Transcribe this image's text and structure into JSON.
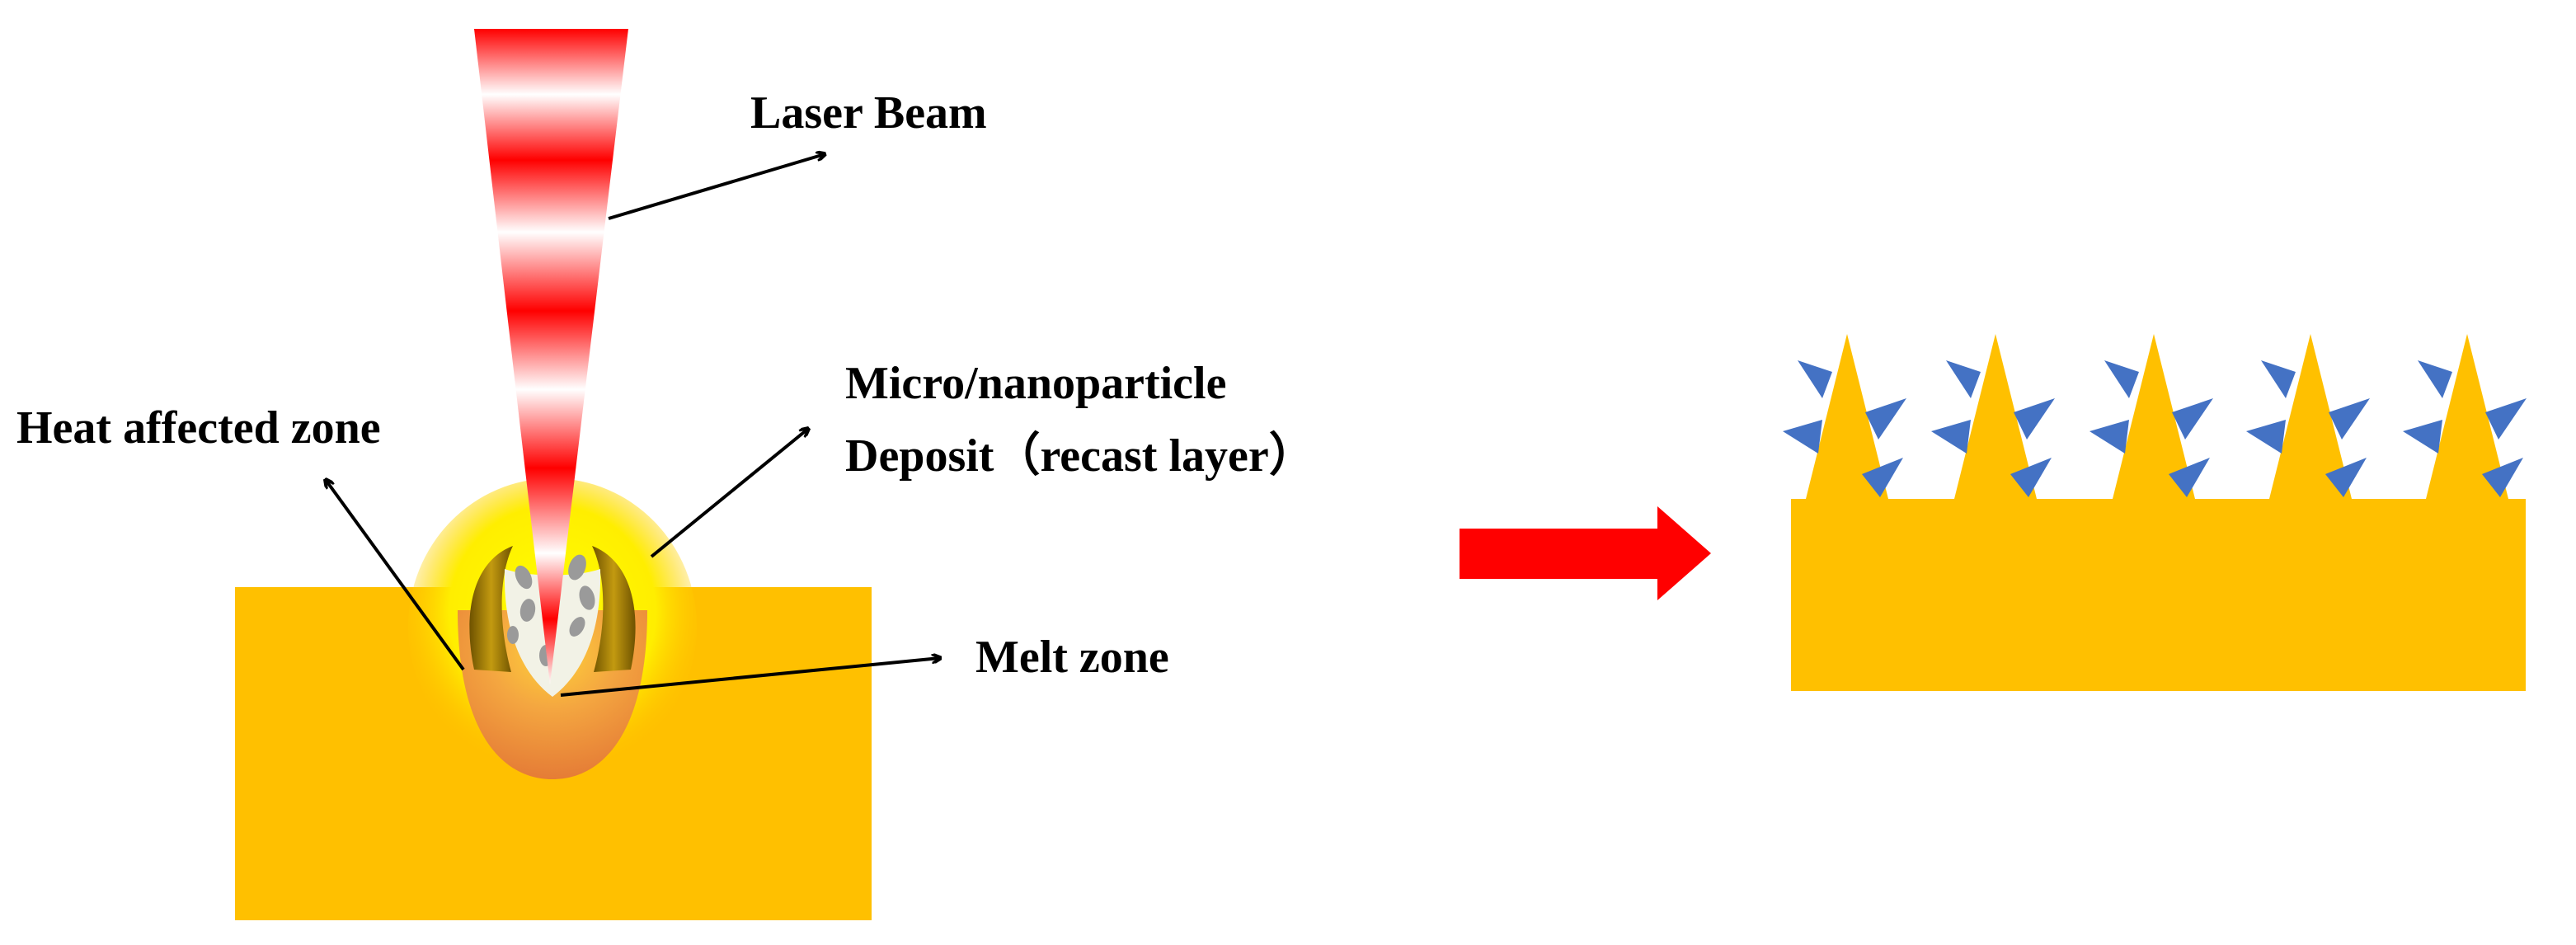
{
  "labels": {
    "laser_beam": "Laser Beam",
    "heat_affected_zone": "Heat affected zone",
    "particle_line1": "Micro/nanoparticle",
    "particle_line2": "Deposit（recast layer）",
    "melt_zone": "Melt zone"
  },
  "colors": {
    "substrate": "#ffc000",
    "laser_red": "#ff0000",
    "process_arrow": "#ff0000",
    "particles": "#4472c4",
    "melt": "#ed8b3a",
    "recast": "#b08a00",
    "annotation": "#000000"
  }
}
